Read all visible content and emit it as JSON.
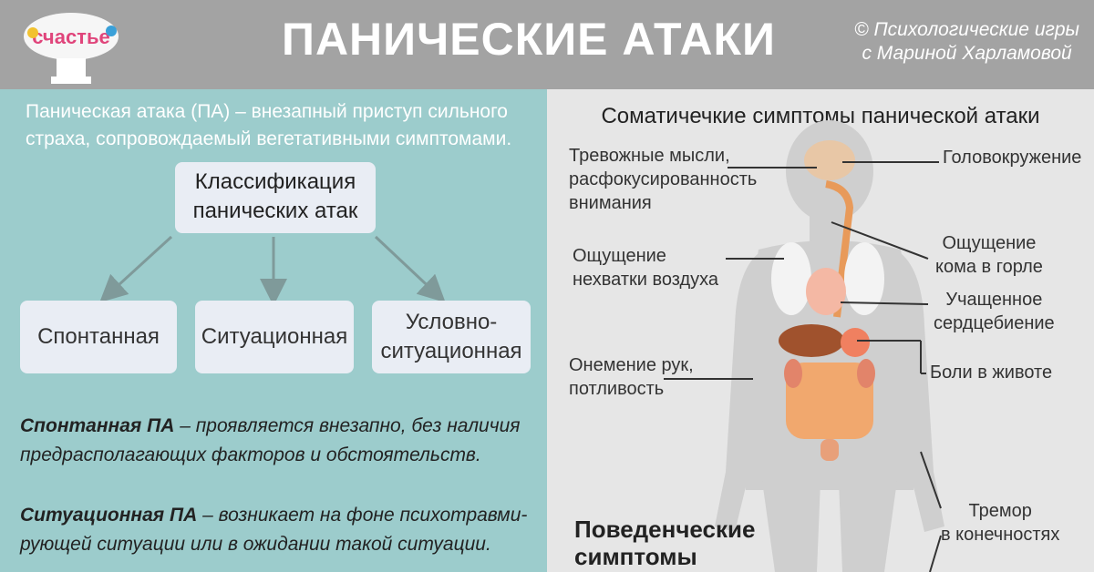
{
  "header": {
    "logo_text": "счастье",
    "title": "ПАНИЧЕСКИЕ АТАКИ",
    "credit_line1": "© Психологические игры",
    "credit_line2": "с Мариной Харламовой"
  },
  "left": {
    "definition_term": "Паническая атака (ПА)",
    "definition_text": " –  внезапный приступ сильного страха, сопровождаемый вегетативными симптомами.",
    "classification_line1": "Классификация",
    "classification_line2": "панических атак",
    "types": [
      "Спонтанная",
      "Ситуационная",
      "Условно-",
      "ситуационная"
    ],
    "spontaneous_term": "Спонтанная ПА",
    "spontaneous_text": " – проявляется внезапно, без наличия предрасполагающих факторов и обстоятельств.",
    "situational_term": "Ситуационная ПА",
    "situational_text": " – возникает на фоне психотравми-рующей ситуации или в ожидании такой ситуации."
  },
  "right": {
    "title": "Соматичечкие симптомы панической атаки",
    "labels": {
      "anxious_1": "Тревожные мысли,",
      "anxious_2": "расфокусированность",
      "anxious_3": "внимания",
      "dizziness": "Головокружение",
      "air_1": "Ощущение",
      "air_2": "нехватки воздуха",
      "lump_1": "Ощущение",
      "lump_2": "кома в горле",
      "heart_1": "Учащенное",
      "heart_2": "сердцебиение",
      "numb_1": "Онемение рук,",
      "numb_2": "потливость",
      "stomach": "Боли в животе",
      "tremor_1": "Тремор",
      "tremor_2": "в конечностях"
    },
    "behavioral_1": "Поведенческие",
    "behavioral_2": "симптомы"
  },
  "colors": {
    "header_bg": "#a3a3a3",
    "left_bg": "#9ccccc",
    "right_bg": "#e6e6e6",
    "box_bg": "#e9edf4",
    "body_silhouette": "#cfcfcf"
  }
}
